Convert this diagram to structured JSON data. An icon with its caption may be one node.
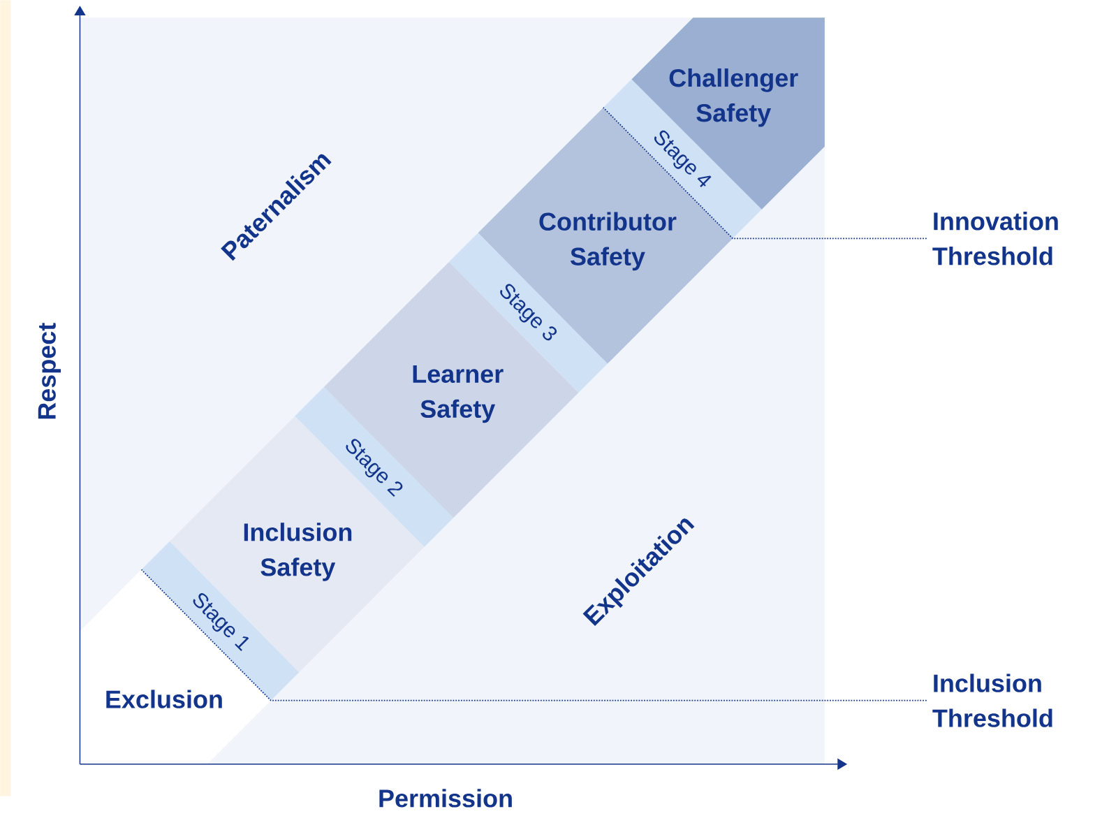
{
  "diagram": {
    "nodes": [
      {
        "text": [
          "Stage 1"
        ]
      },
      {
        "text": [
          "Inclusion Safety"
        ]
      },
      {
        "text": [
          "Stage 2"
        ]
      },
      {
        "text": [
          "Learner Safety"
        ]
      },
      {
        "text": [
          "Stage 3"
        ]
      },
      {
        "text": [
          "Contributor Safety"
        ]
      },
      {
        "text": [
          "Stage 4"
        ]
      },
      {
        "text": [
          "Challenger Safety"
        ]
      },
      {
        "text": [
          "Innovation Threshold"
        ]
      },
      {
        "text": [
          "Inclusion Threshold"
        ]
      },
      {
        "text": [],
        "shape": "bar"
      }
    ],
    "edges": [
      {
        "from": 8,
        "to": 6,
        "arrow": "none",
        "style": "dashed"
      },
      {
        "from": 9,
        "to": 0,
        "arrow": "none",
        "style": "dashed"
      }
    ],
    "labels": [
      "Paternalism",
      "Respect",
      "Exploitation",
      "Exclusion",
      "Permission"
    ]
  }
}
